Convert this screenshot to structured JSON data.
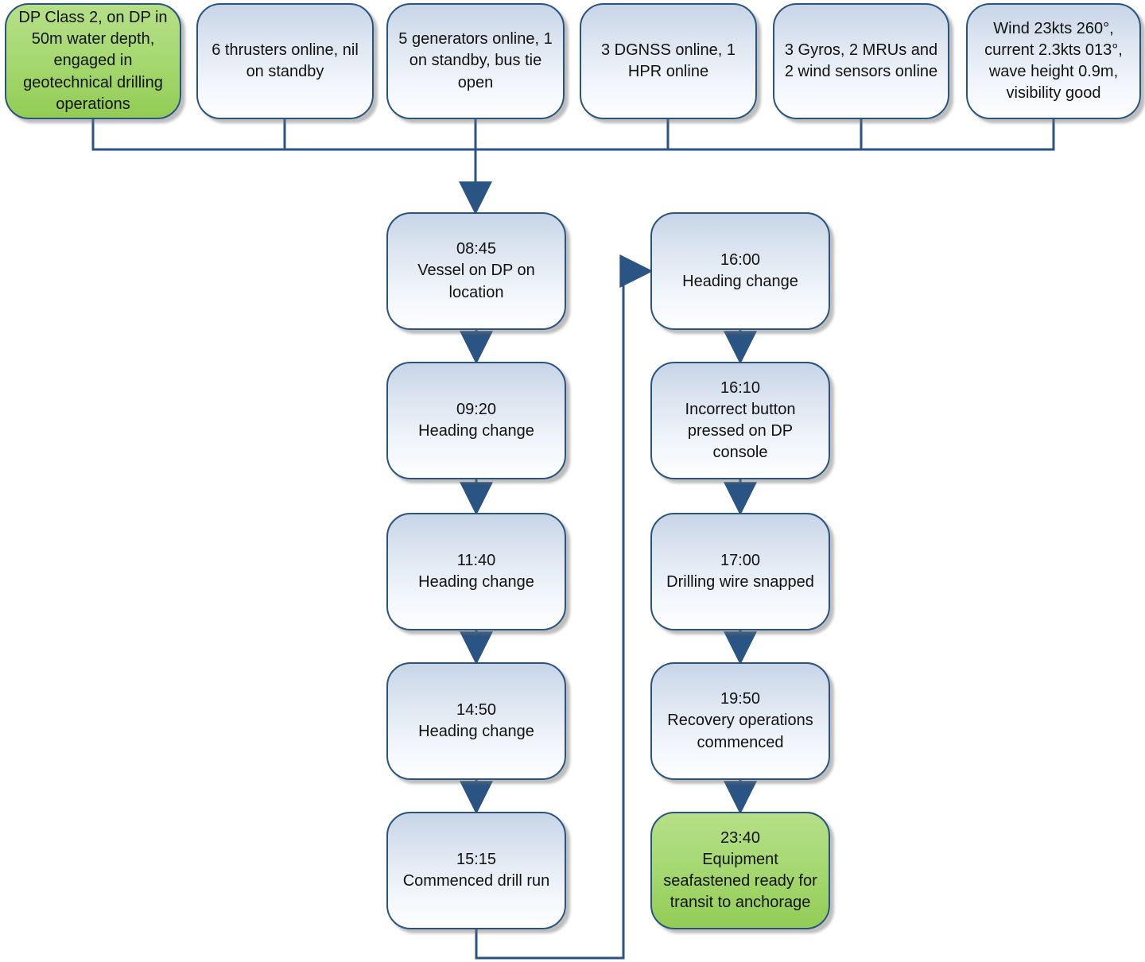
{
  "top_row": [
    {
      "text": "DP Class 2, on DP in 50m water depth, engaged in geotechnical drilling operations",
      "variant": "green"
    },
    {
      "text": "6 thrusters online, nil on standby",
      "variant": "blue"
    },
    {
      "text": "5 generators online, 1 on standby, bus tie open",
      "variant": "blue"
    },
    {
      "text": "3 DGNSS online, 1 HPR online",
      "variant": "blue"
    },
    {
      "text": "3 Gyros, 2 MRUs and 2 wind sensors online",
      "variant": "blue"
    },
    {
      "text": "Wind 23kts 260°, current 2.3kts 013°, wave height 0.9m, visibility good",
      "variant": "blue"
    }
  ],
  "timeline_left": [
    {
      "time": "08:45",
      "label": "Vessel on DP on location"
    },
    {
      "time": "09:20",
      "label": "Heading change"
    },
    {
      "time": "11:40",
      "label": "Heading change"
    },
    {
      "time": "14:50",
      "label": "Heading change"
    },
    {
      "time": "15:15",
      "label": "Commenced drill run"
    }
  ],
  "timeline_right": [
    {
      "time": "16:00",
      "label": "Heading change"
    },
    {
      "time": "16:10",
      "label": "Incorrect button pressed on DP console"
    },
    {
      "time": "17:00",
      "label": "Drilling wire snapped"
    },
    {
      "time": "19:50",
      "label": "Recovery operations commenced"
    },
    {
      "time": "23:40",
      "label": "Equipment seafastened ready for transit to anchorage",
      "variant": "green"
    }
  ],
  "colors": {
    "box_border": "#2a5480",
    "connector": "#2a5484",
    "blue_fill_top": "#c7d5e7",
    "blue_fill_bottom": "#fdfeff",
    "green_fill_top": "#b6df88",
    "green_fill_bottom": "#92cc55",
    "text": "#121212"
  }
}
